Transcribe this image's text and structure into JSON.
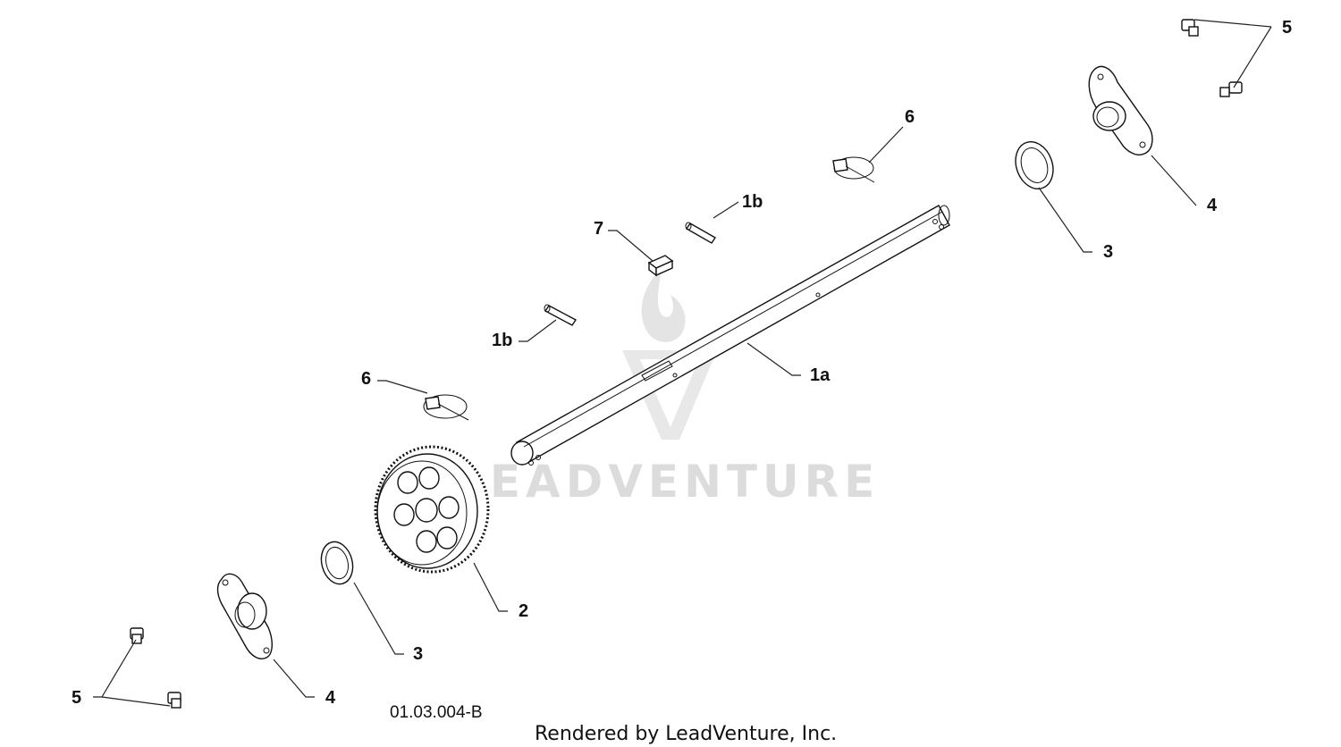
{
  "callouts": {
    "c5_top": "5",
    "c6_top": "6",
    "c4_top": "4",
    "c1b_top": "1b",
    "c7": "7",
    "c3_top": "3",
    "c1b_mid": "1b",
    "c1a": "1a",
    "c6_left": "6",
    "c2": "2",
    "c3_bottom": "3",
    "c5_bottom": "5",
    "c4_bottom": "4"
  },
  "drawing_number": "01.03.004-B",
  "watermark_text": "LEADVENTURE",
  "footer_text": "Rendered by LeadVenture, Inc."
}
